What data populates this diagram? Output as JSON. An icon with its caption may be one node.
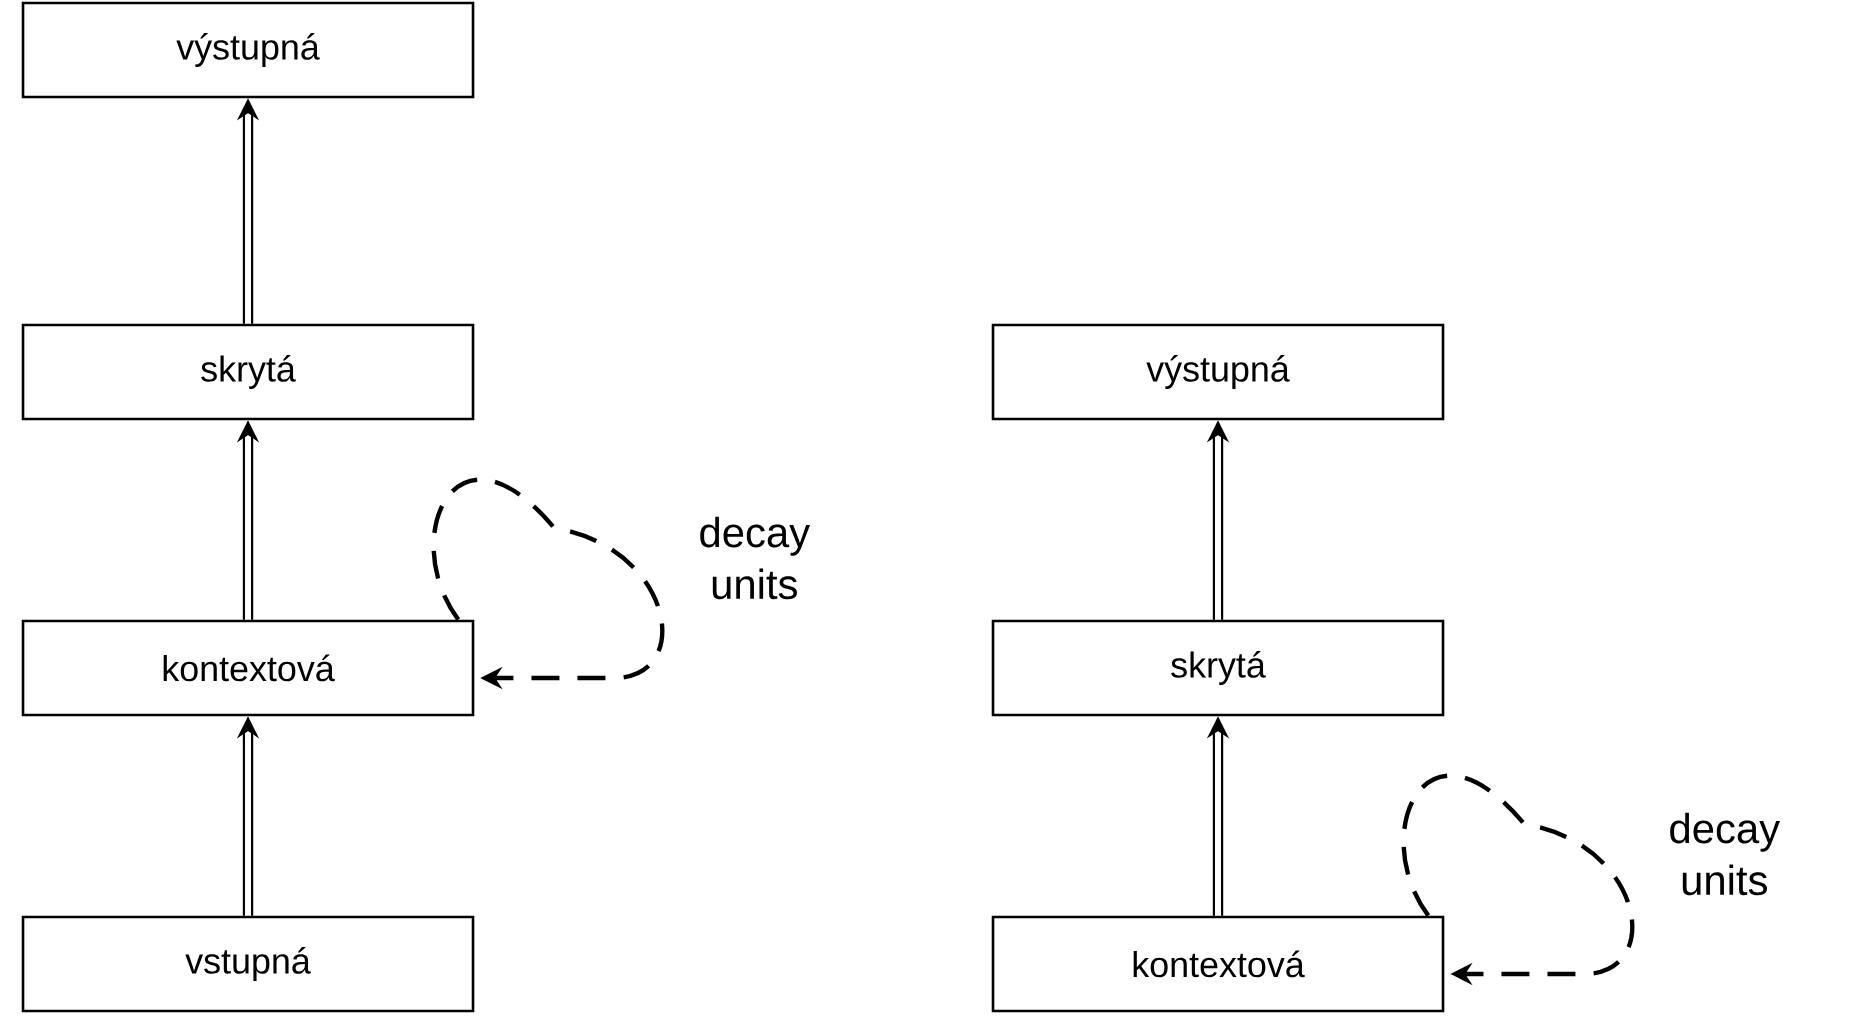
{
  "diagram": {
    "nodes": [
      {
        "text": [
          "výstupná"
        ]
      },
      {
        "text": [
          "skrytá"
        ]
      },
      {
        "text": [
          "kontextová"
        ]
      },
      {
        "text": [
          "vstupná"
        ]
      },
      {
        "text": [
          "výstupná"
        ]
      },
      {
        "text": [
          "skrytá"
        ]
      },
      {
        "text": [
          "kontextová"
        ]
      }
    ],
    "edges": [
      {
        "from": 3,
        "to": 2,
        "arrow": "to"
      },
      {
        "from": 2,
        "to": 1,
        "arrow": "to"
      },
      {
        "from": 1,
        "to": 0,
        "arrow": "to"
      },
      {
        "from": 2,
        "to": 2,
        "arrow": "to",
        "style": "dashed",
        "label": "decay units"
      },
      {
        "from": 6,
        "to": 5,
        "arrow": "to"
      },
      {
        "from": 5,
        "to": 4,
        "arrow": "to"
      },
      {
        "from": 6,
        "to": 6,
        "arrow": "to",
        "style": "dashed",
        "label": "decay units"
      }
    ]
  }
}
